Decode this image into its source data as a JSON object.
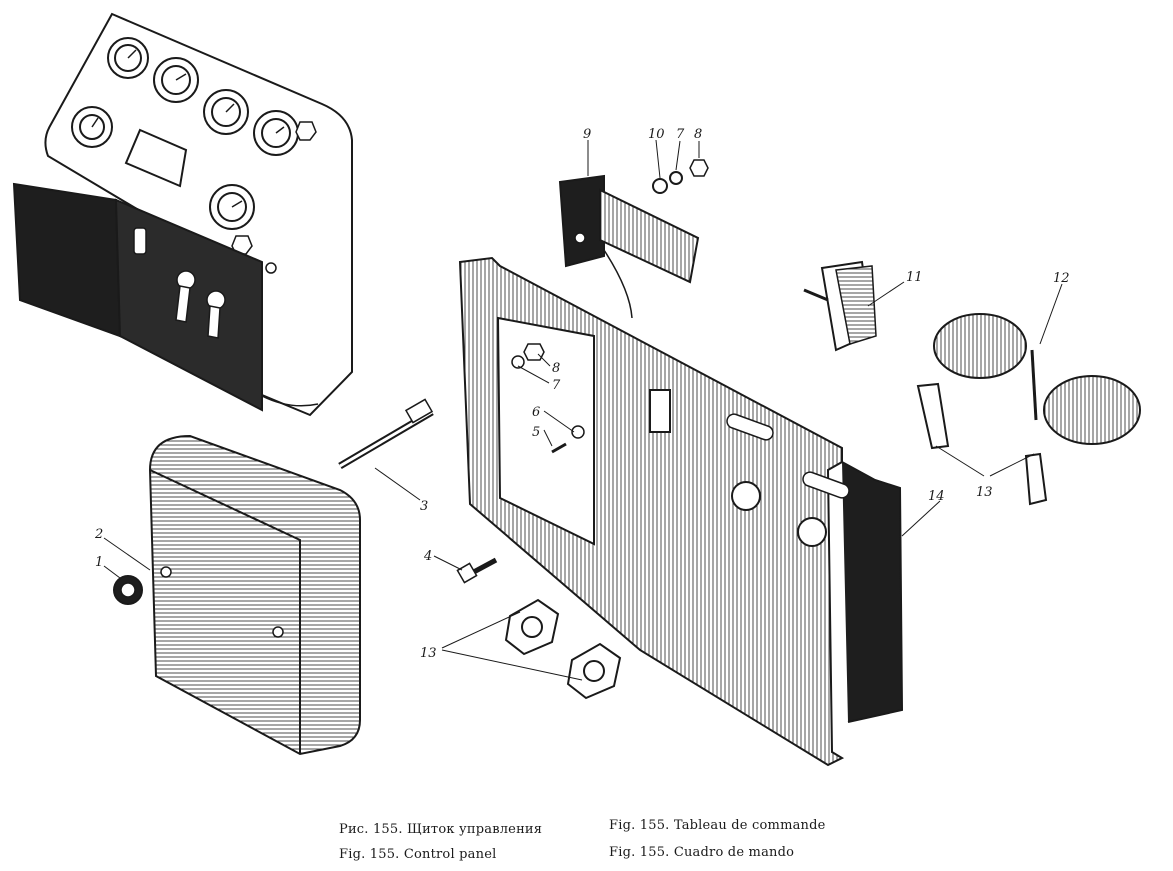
{
  "callouts": {
    "c1": "1",
    "c2": "2",
    "c3": "3",
    "c4": "4",
    "c5": "5",
    "c6": "6",
    "c7a": "7",
    "c7b": "7",
    "c8a": "8",
    "c8b": "8",
    "c9": "9",
    "c10": "10",
    "c11": "11",
    "c12": "12",
    "c13a": "13",
    "c13b": "13",
    "c14": "14"
  },
  "captions": {
    "ru": "Рис. 155. Щиток управления",
    "en": "Fig. 155. Control panel",
    "fr": "Fig. 155. Tableau de commande",
    "es": "Fig. 155. Cuadro de mando"
  }
}
